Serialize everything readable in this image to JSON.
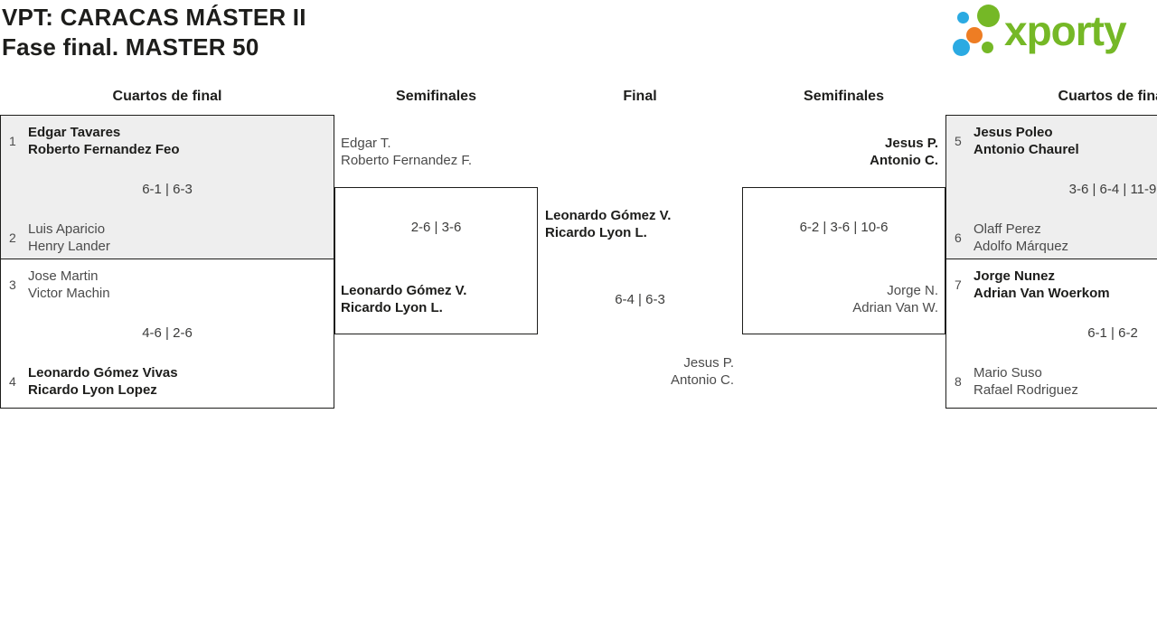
{
  "header": {
    "title_line1": "VPT: CARACAS MÁSTER II",
    "title_line2": "Fase final. MASTER 50",
    "logo_text": "xporty"
  },
  "colors": {
    "logo_green": "#75b826",
    "logo_blue": "#2baae2",
    "logo_orange": "#ee7d23",
    "box_gray": "#eeeeee",
    "border": "#1d1d1b",
    "winner_text": "#1d1d1b",
    "loser_text": "#4b4b4b"
  },
  "round_headers": {
    "qf_left": "Cuartos de final",
    "sf_left": "Semifinales",
    "final": "Final",
    "sf_right": "Semifinales",
    "qf_right": "Cuartos de final"
  },
  "bracket": {
    "qf_left_1": {
      "seed_top": "1",
      "top_line1": "Edgar Tavares",
      "top_line2": "Roberto Fernandez Feo",
      "score": "6-1 | 6-3",
      "seed_bottom": "2",
      "bottom_line1": "Luis Aparicio",
      "bottom_line2": "Henry Lander"
    },
    "qf_left_2": {
      "seed_top": "3",
      "top_line1": "Jose Martin",
      "top_line2": "Victor Machin",
      "score": "4-6 | 2-6",
      "seed_bottom": "4",
      "bottom_line1": "Leonardo Gómez Vivas",
      "bottom_line2": "Ricardo Lyon Lopez"
    },
    "sf_left": {
      "top_line1": "Edgar T.",
      "top_line2": "Roberto Fernandez F.",
      "score": "2-6 | 3-6",
      "bottom_line1": "Leonardo Gómez V.",
      "bottom_line2": "Ricardo Lyon L."
    },
    "final": {
      "top_line1": "Leonardo Gómez V.",
      "top_line2": "Ricardo Lyon L.",
      "score": "6-4 | 6-3",
      "bottom_line1": "Jesus P.",
      "bottom_line2": "Antonio C."
    },
    "sf_right": {
      "top_line1": "Jesus P.",
      "top_line2": "Antonio C.",
      "score": "6-2 | 3-6 | 10-6",
      "bottom_line1": "Jorge N.",
      "bottom_line2": "Adrian Van W."
    },
    "qf_right_1": {
      "seed_top": "5",
      "top_line1": "Jesus Poleo",
      "top_line2": "Antonio Chaurel",
      "score": "3-6 | 6-4 | 11-9",
      "seed_bottom": "6",
      "bottom_line1": "Olaff Perez",
      "bottom_line2": "Adolfo Márquez"
    },
    "qf_right_2": {
      "seed_top": "7",
      "top_line1": "Jorge Nunez",
      "top_line2": "Adrian Van Woerkom",
      "score": "6-1 | 6-2",
      "seed_bottom": "8",
      "bottom_line1": "Mario Suso",
      "bottom_line2": "Rafael Rodriguez"
    }
  }
}
